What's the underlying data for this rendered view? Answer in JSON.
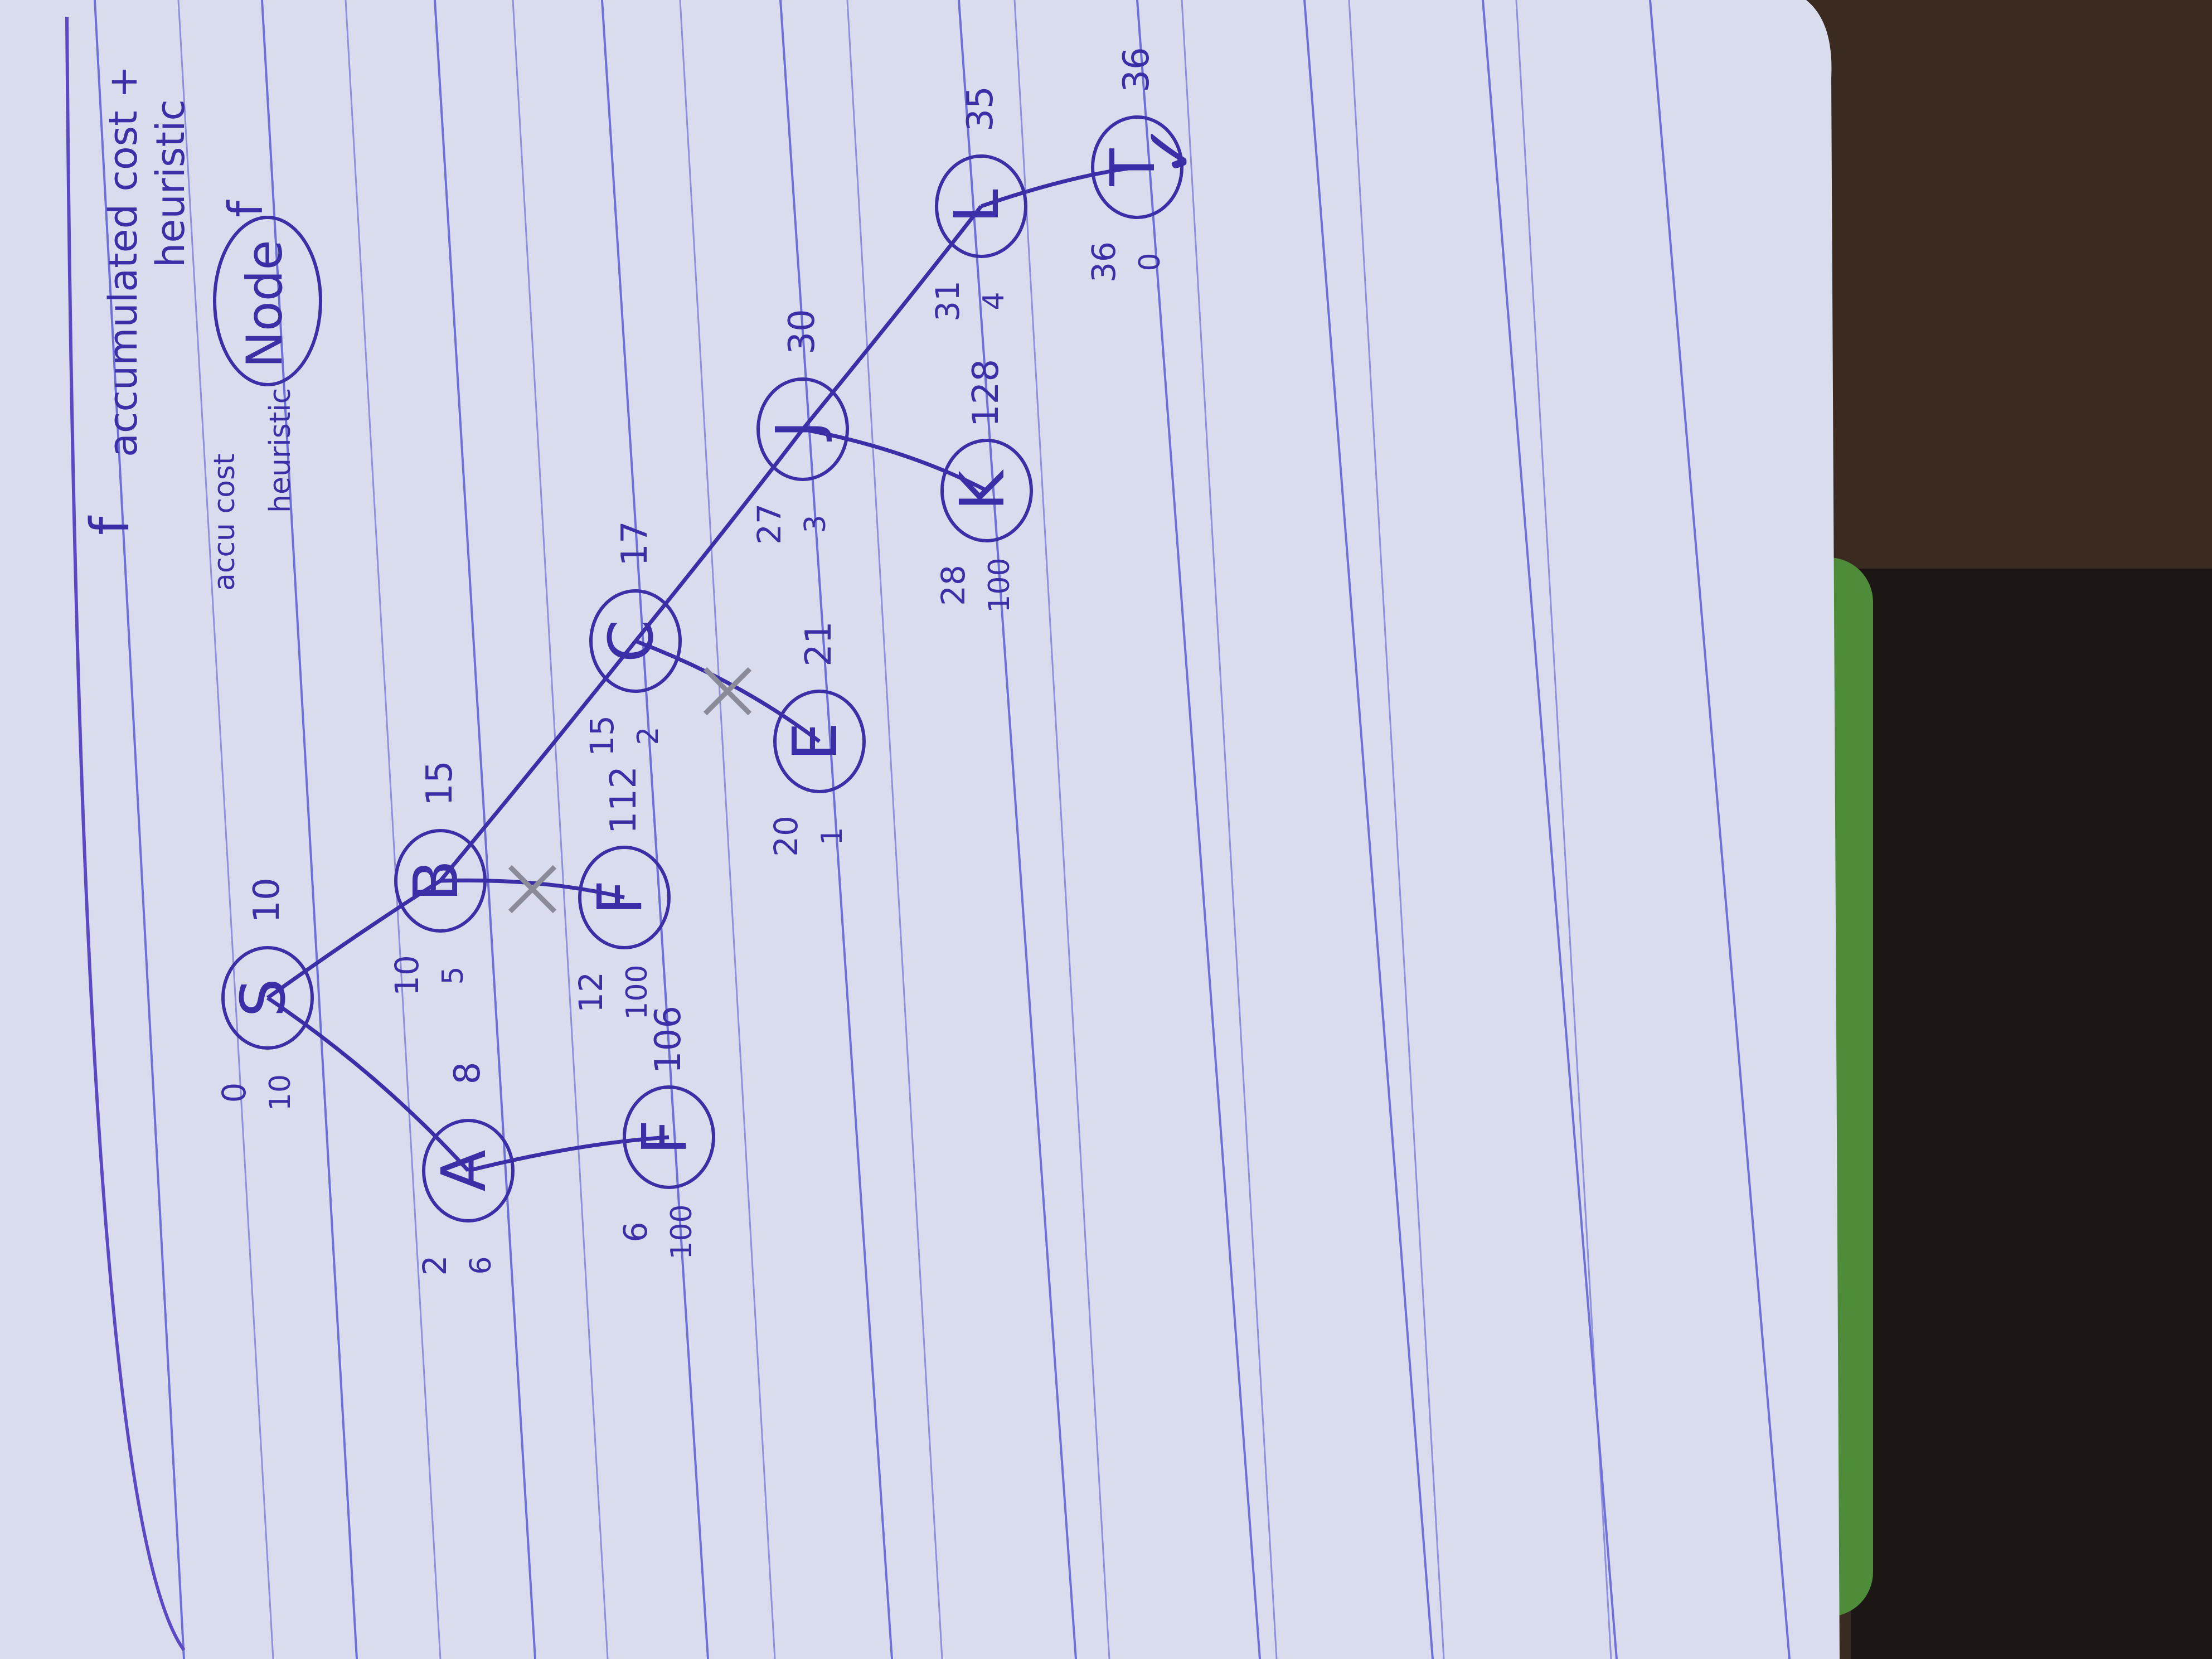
{
  "legend": {
    "formula_f": "f",
    "formula_line1": "accumulated cost +",
    "formula_line2": "heuristic",
    "example_node": "Node",
    "example_f": "f",
    "example_cost": "accu cost",
    "example_heuristic": "heuristic"
  },
  "nodes": {
    "S": {
      "label": "S",
      "cost": "0",
      "heuristic": "10",
      "f": "10"
    },
    "A": {
      "label": "A",
      "cost": "2",
      "heuristic": "6",
      "f": "8"
    },
    "B": {
      "label": "B",
      "cost": "10",
      "heuristic": "5",
      "f": "15"
    },
    "F1": {
      "label": "F",
      "cost": "6",
      "heuristic": "100",
      "f": "106"
    },
    "F2": {
      "label": "F",
      "cost": "12",
      "heuristic": "100",
      "f": "112"
    },
    "C": {
      "label": "C",
      "cost": "15",
      "heuristic": "2",
      "f": "17"
    },
    "E": {
      "label": "E",
      "cost": "20",
      "heuristic": "1",
      "f": "21"
    },
    "J": {
      "label": "J",
      "cost": "27",
      "heuristic": "3",
      "f": "30"
    },
    "K": {
      "label": "K",
      "cost": "28",
      "heuristic": "100",
      "f": "128"
    },
    "L": {
      "label": "L",
      "cost": "31",
      "heuristic": "4",
      "f": "35"
    },
    "T": {
      "label": "T",
      "cost": "36",
      "heuristic": "0",
      "f": "36"
    }
  },
  "edges": [
    {
      "from": "S",
      "to": "A",
      "pruned": false
    },
    {
      "from": "S",
      "to": "B",
      "pruned": false
    },
    {
      "from": "A",
      "to": "F1",
      "pruned": false
    },
    {
      "from": "B",
      "to": "F2",
      "pruned": true
    },
    {
      "from": "B",
      "to": "C",
      "pruned": false
    },
    {
      "from": "C",
      "to": "E",
      "pruned": true
    },
    {
      "from": "C",
      "to": "J",
      "pruned": false
    },
    {
      "from": "J",
      "to": "K",
      "pruned": false
    },
    {
      "from": "J",
      "to": "L",
      "pruned": false
    },
    {
      "from": "L",
      "to": "T",
      "pruned": false
    }
  ],
  "goal_mark": "✓",
  "colors": {
    "ink": "#3b2fa8",
    "paper": "#d9dcec",
    "rule": "#6f6fd8",
    "margin": "#5a48c4",
    "table": "#3a2a20",
    "strip": "#1c1715",
    "green": "#4e8c3a"
  }
}
